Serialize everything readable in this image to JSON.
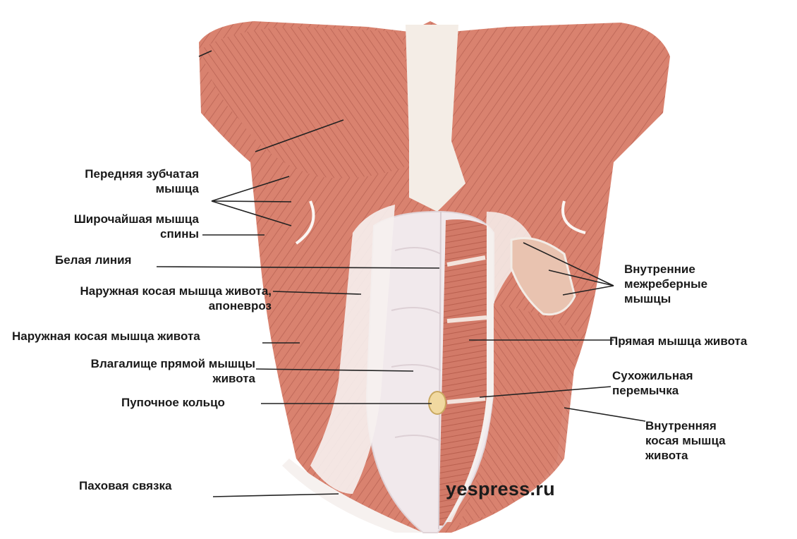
{
  "labels": {
    "serratus_anterior": [
      "Передняя зубчатая",
      "мышца"
    ],
    "latissimus_dorsi": [
      "Широчайшая мышца",
      "спины"
    ],
    "linea_alba": "Белая линия",
    "external_oblique_aponeurosis": [
      "Наружная косая мышца живота,",
      "апоневроз"
    ],
    "external_oblique": "Наружная косая мышца живота",
    "rectus_sheath": [
      "Влагалище прямой мышцы",
      "живота"
    ],
    "umbilical_ring": "Пупочное кольцо",
    "inguinal_ligament": "Паховая связка",
    "internal_intercostals": [
      "Внутренние",
      "межреберные",
      "мышцы"
    ],
    "rectus_abdominis": "Прямая мышца живота",
    "tendinous_intersection": [
      "Сухожильная",
      "перемычка"
    ],
    "internal_oblique": [
      "Внутренняя",
      "косая мышца",
      "живота"
    ]
  },
  "watermark": "yespress.ru",
  "colors": {
    "muscle": "#d9826f",
    "muscle_dark": "#b85a4c",
    "muscle_light": "#eaa696",
    "tendon": "#f4ede6",
    "sheath": "#f1e9ec",
    "line": "#222222"
  }
}
